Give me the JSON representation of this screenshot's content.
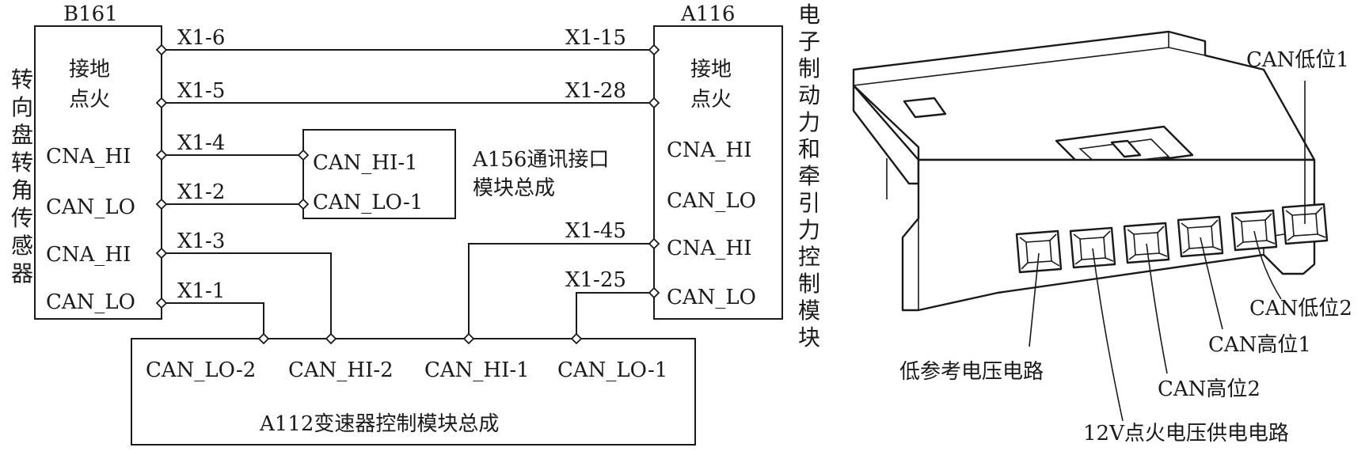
{
  "wiring": {
    "left_module": {
      "code": "B161",
      "side_title": "转向盘转角传感器",
      "pins": [
        "接地",
        "点火",
        "CNA_HI",
        "CAN_LO",
        "CNA_HI",
        "CAN_LO"
      ]
    },
    "right_module": {
      "code": "A116",
      "side_title": "电子制动力和牵引力控制模块",
      "pins": [
        "接地",
        "点火",
        "CNA_HI",
        "CAN_LO",
        "CNA_HI",
        "CAN_LO"
      ]
    },
    "comm_module": {
      "title_line1": "A156通讯接口",
      "title_line2": "模块总成",
      "pins": [
        "CAN_HI-1",
        "CAN_LO-1"
      ]
    },
    "tcm_module": {
      "title": "A112变速器控制模块总成",
      "pins": [
        "CAN_LO-2",
        "CAN_HI-2",
        "CAN_HI-1",
        "CAN_LO-1"
      ]
    },
    "left_terminals": [
      "X1-6",
      "X1-5",
      "X1-4",
      "X1-2",
      "X1-3",
      "X1-1"
    ],
    "right_terminals": [
      "X1-15",
      "X1-28",
      "X1-45",
      "X1-25"
    ]
  },
  "connector": {
    "callouts": [
      "CAN低位1",
      "CAN低位2",
      "CAN高位1",
      "CAN高位2",
      "低参考电压电路",
      "12V点火电压供电电路"
    ]
  }
}
